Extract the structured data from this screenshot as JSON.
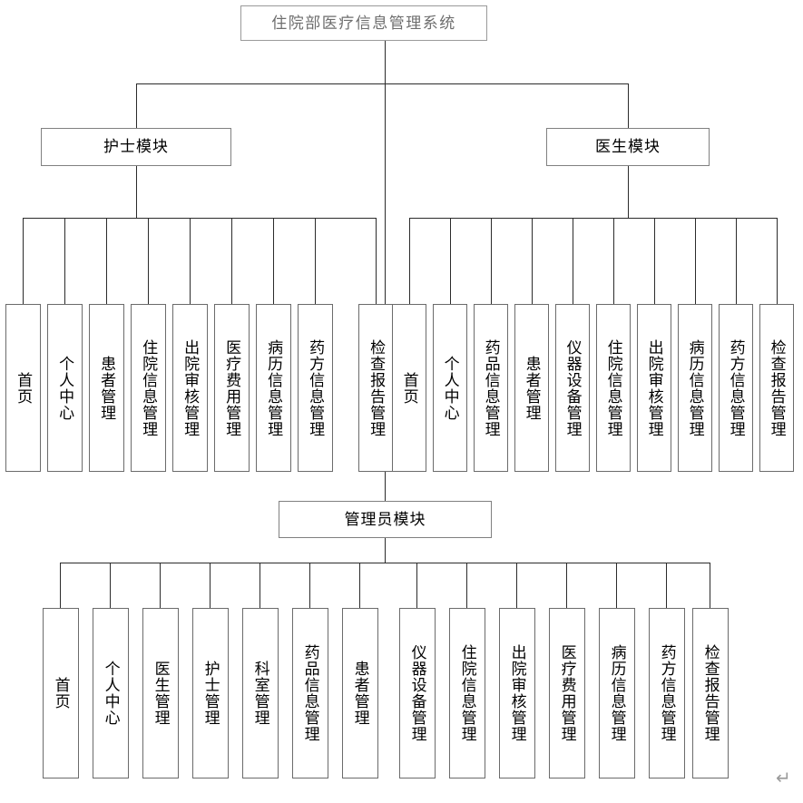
{
  "diagram": {
    "title": "住院部医疗信息管理系统",
    "type": "hierarchy-tree",
    "root": {
      "label": "住院部医疗信息管理系统"
    },
    "modules": [
      {
        "id": "nurse",
        "label": "护士模块",
        "children": [
          "首页",
          "个人中心",
          "患者管理",
          "住院信息管理",
          "出院审核管理",
          "医疗费用管理",
          "病历信息管理",
          "药方信息管理",
          "检查报告管理"
        ]
      },
      {
        "id": "doctor",
        "label": "医生模块",
        "children": [
          "首页",
          "个人中心",
          "药品信息管理",
          "患者管理",
          "仪器设备管理",
          "住院信息管理",
          "出院审核管理",
          "病历信息管理",
          "药方信息管理",
          "检查报告管理"
        ]
      },
      {
        "id": "admin",
        "label": "管理员模块",
        "children": [
          "首页",
          "个人中心",
          "医生管理",
          "护士管理",
          "科室管理",
          "药品信息管理",
          "患者管理",
          "仪器设备管理",
          "住院信息管理",
          "出院审核管理",
          "医疗费用管理",
          "病历信息管理",
          "药方信息管理",
          "检查报告管理"
        ]
      }
    ],
    "marks": {
      "paragraph_mark": "↵"
    },
    "colors": {
      "line": "#2b2b2b",
      "box_border": "#6b6b6b",
      "root_text": "#6e6e6e",
      "text": "#000000",
      "background": "#ffffff",
      "mark": "#9b9b9b"
    }
  }
}
